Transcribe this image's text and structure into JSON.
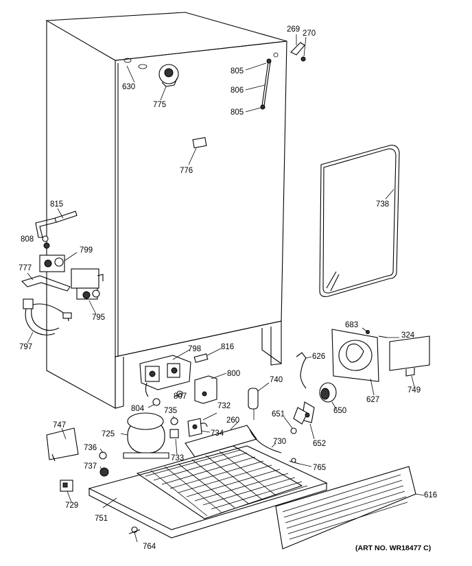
{
  "diagram": {
    "art_number": "(ART NO. WR18477 C)",
    "labels": [
      {
        "id": "p269",
        "text": "269"
      },
      {
        "id": "p270",
        "text": "270"
      },
      {
        "id": "p630",
        "text": "630"
      },
      {
        "id": "p775",
        "text": "775"
      },
      {
        "id": "p805a",
        "text": "805"
      },
      {
        "id": "p806",
        "text": "806"
      },
      {
        "id": "p805b",
        "text": "805"
      },
      {
        "id": "p776",
        "text": "776"
      },
      {
        "id": "p738",
        "text": "738"
      },
      {
        "id": "p815",
        "text": "815"
      },
      {
        "id": "p808",
        "text": "808"
      },
      {
        "id": "p799",
        "text": "799"
      },
      {
        "id": "p777",
        "text": "777"
      },
      {
        "id": "p795",
        "text": "795"
      },
      {
        "id": "p797",
        "text": "797"
      },
      {
        "id": "p683",
        "text": "683"
      },
      {
        "id": "p324",
        "text": "324"
      },
      {
        "id": "p798",
        "text": "798"
      },
      {
        "id": "p816",
        "text": "816"
      },
      {
        "id": "p626",
        "text": "626"
      },
      {
        "id": "p800",
        "text": "800"
      },
      {
        "id": "p740",
        "text": "740"
      },
      {
        "id": "p749",
        "text": "749"
      },
      {
        "id": "p627",
        "text": "627"
      },
      {
        "id": "p807",
        "text": "807"
      },
      {
        "id": "p804",
        "text": "804"
      },
      {
        "id": "p650",
        "text": "650"
      },
      {
        "id": "p735",
        "text": "735"
      },
      {
        "id": "p732",
        "text": "732"
      },
      {
        "id": "p260",
        "text": "260"
      },
      {
        "id": "p651",
        "text": "651"
      },
      {
        "id": "p747",
        "text": "747"
      },
      {
        "id": "p725",
        "text": "725"
      },
      {
        "id": "p734",
        "text": "734"
      },
      {
        "id": "p730",
        "text": "730"
      },
      {
        "id": "p652",
        "text": "652"
      },
      {
        "id": "p736",
        "text": "736"
      },
      {
        "id": "p733",
        "text": "733"
      },
      {
        "id": "p765",
        "text": "765"
      },
      {
        "id": "p737",
        "text": "737"
      },
      {
        "id": "p616",
        "text": "616"
      },
      {
        "id": "p729",
        "text": "729"
      },
      {
        "id": "p751",
        "text": "751"
      },
      {
        "id": "p764",
        "text": "764"
      }
    ]
  }
}
